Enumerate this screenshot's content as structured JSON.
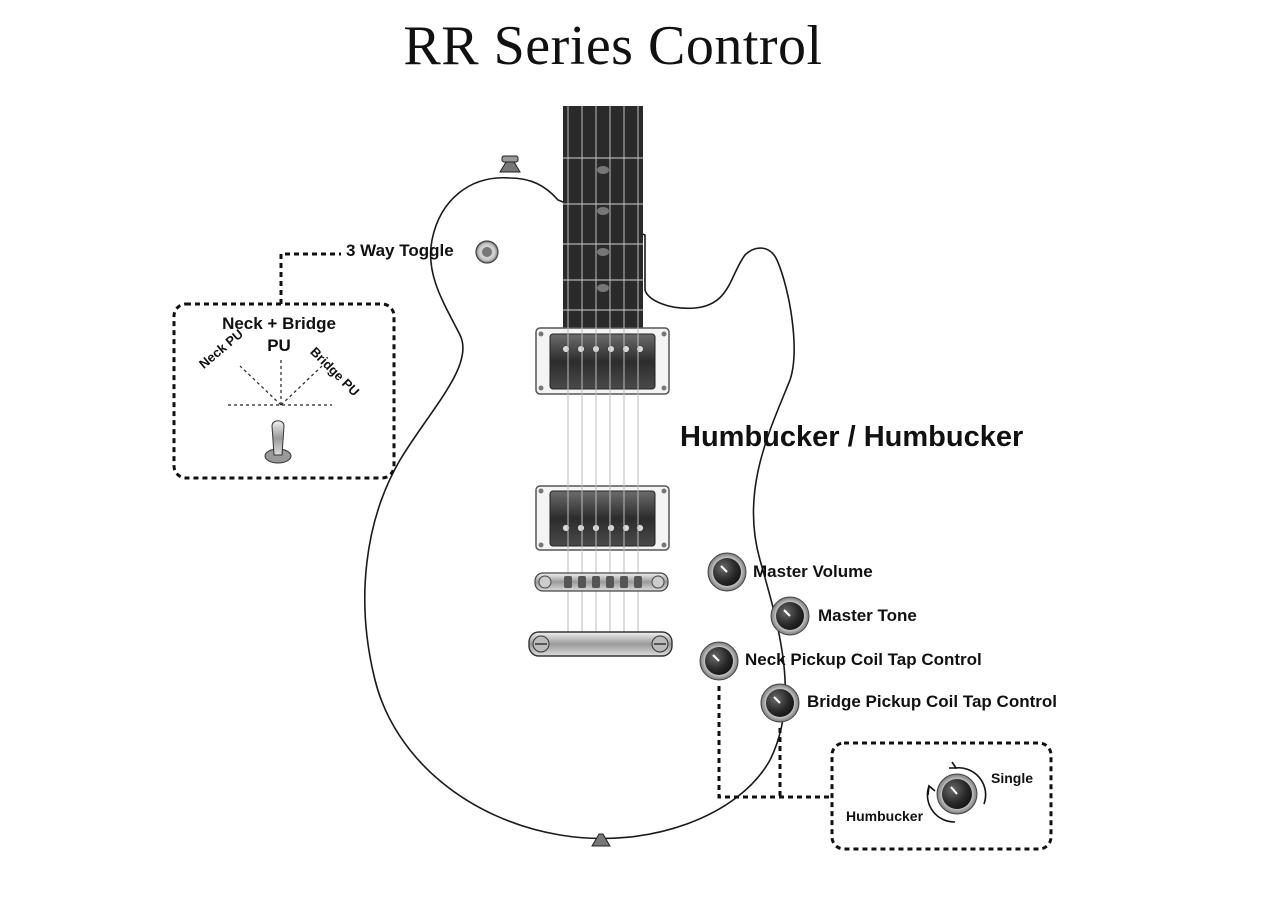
{
  "title": "RR Series Control",
  "configuration": "Humbucker / Humbucker",
  "controls": {
    "toggle": "3 Way Toggle",
    "master_volume": "Master Volume",
    "master_tone": "Master Tone",
    "neck_coil_tap": "Neck Pickup Coil Tap Control",
    "bridge_coil_tap": "Bridge Pickup Coil Tap Control"
  },
  "toggle_detail": {
    "center_label_line1": "Neck + Bridge",
    "center_label_line2": "PU",
    "left_label": "Neck PU",
    "right_label": "Bridge PU"
  },
  "coil_tap_detail": {
    "single_label": "Single",
    "humbucker_label": "Humbucker"
  }
}
